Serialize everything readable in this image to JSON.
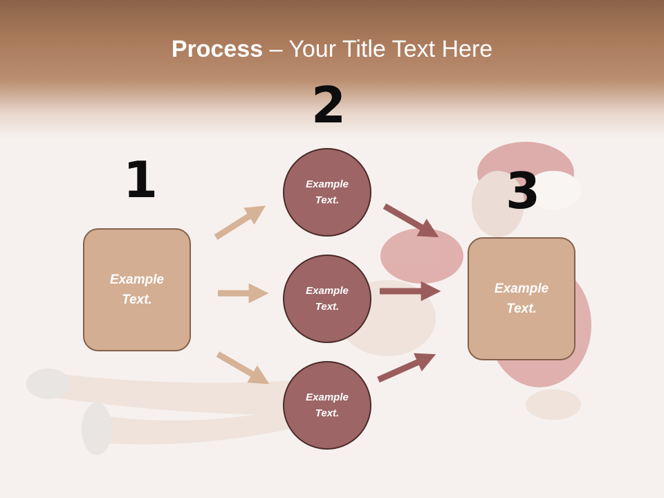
{
  "title": {
    "bold": "Process",
    "rest": " – Your Title Text Here"
  },
  "steps": {
    "one": "1",
    "two": "2",
    "three": "3"
  },
  "box_left": {
    "line1": "Example",
    "line2": "Text."
  },
  "box_right": {
    "line1": "Example",
    "line2": "Text."
  },
  "circles": [
    {
      "line1": "Example",
      "line2": "Text."
    },
    {
      "line1": "Example",
      "line2": "Text."
    },
    {
      "line1": "Example",
      "line2": "Text."
    }
  ],
  "colors": {
    "tan_arrow": "#d6b296",
    "maroon_arrow": "#9a5c5c",
    "box_fill": "#d3ae93",
    "circle_fill": "#9d6566"
  }
}
